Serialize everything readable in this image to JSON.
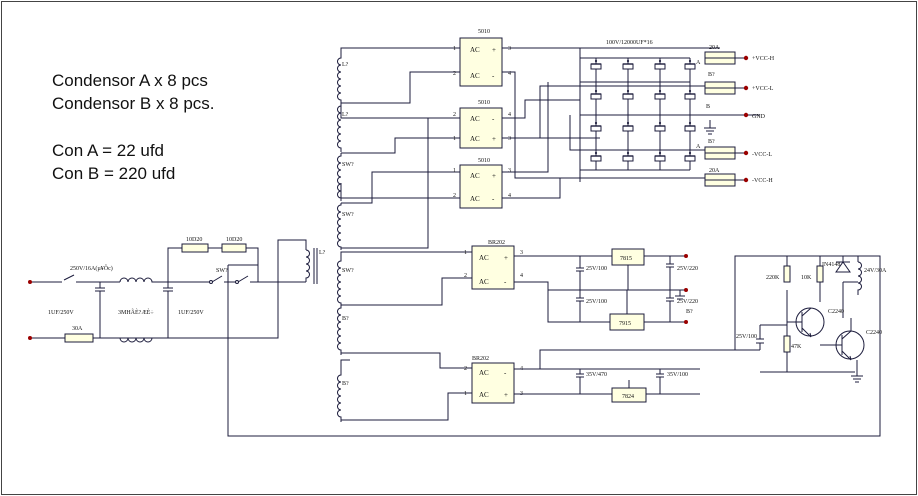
{
  "notes": [
    "Condensor A x 8 pcs",
    "Condensor B x 8 pcs.",
    "Con A = 22 ufd",
    "Con B = 220 ufd"
  ],
  "bridges": {
    "b1": {
      "name": "5010",
      "pins": {
        "p1": "1",
        "p2": "2",
        "p3": "3",
        "p4": "4"
      },
      "ac": "AC",
      "plus": "+",
      "minus": "-"
    },
    "b2": {
      "name": "5010",
      "pins": {
        "p1": "2",
        "p2": "1",
        "p3": "3",
        "p4": "4"
      },
      "ac": "AC",
      "plus": "-",
      "minus": "+"
    },
    "b3": {
      "name": "5010",
      "pins": {
        "p1": "1",
        "p2": "2",
        "p3": "3",
        "p4": "4"
      },
      "ac": "AC",
      "plus": "+",
      "minus": "-"
    },
    "b4": {
      "name": "BR202",
      "pins": {
        "p1": "1",
        "p2": "2",
        "p3": "3",
        "p4": "4"
      },
      "ac": "AC",
      "plus": "+",
      "minus": "-"
    },
    "b5": {
      "name": "BR202",
      "pins": {
        "p1": "2",
        "p2": "1",
        "p3": "4",
        "p4": "3"
      },
      "ac": "AC",
      "plus": "-",
      "minus": "+"
    }
  },
  "labels": {
    "cap_bank": "100V/12000UF*16",
    "fuse_top": "20A",
    "fuse_bot": "20A",
    "vcc_h1": "+VCC-H",
    "vcc_l1": "+VCC-L",
    "gnd": "GND",
    "vcc_l2": "-VCC-L",
    "vcc_h2": "-VCC-H",
    "cap_a": "A",
    "cap_b1": "B?",
    "cap_b2": "B",
    "cap_b3": "B?",
    "cap_a2": "A",
    "winding1": "L?",
    "winding2": "L?",
    "winding3": "SW?",
    "winding4": "SW?",
    "winding5": "SW?",
    "winding6": "B?",
    "winding7": "B?",
    "sw_primary": "SW?",
    "ntc1": "10D20",
    "ntc2": "10D20",
    "xfmr": "L?",
    "mains": "250V/16A(µ¥Ôc)",
    "cap_x1": "1UF/250V",
    "choke": "3MHÃÈ?ÆÈ÷",
    "cap_x2": "1UF/250V",
    "fuse_main": "30A",
    "reg1": "7815",
    "reg2": "7915",
    "reg3": "7824",
    "c_reg1": "25V/100",
    "c_reg2": "25V/220",
    "c_reg3": "25V/100",
    "c_reg4": "25V/220",
    "c_reg_mark": "B?",
    "c_reg5": "35V/470",
    "c_reg6": "35V/100",
    "r1": "220K",
    "r2": "10K",
    "r3": "47K",
    "diode": "IN4148",
    "relay": "24V/30A",
    "c_timer": "25V/100",
    "q1": "C2240",
    "q2": "C2240"
  }
}
